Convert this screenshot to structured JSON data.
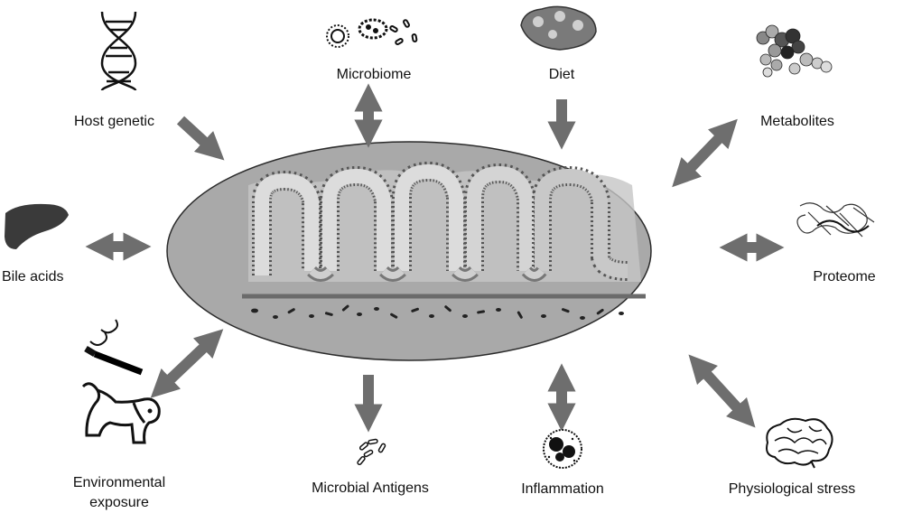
{
  "labels": {
    "host_genetic": "Host genetic",
    "microbiome": "Microbiome",
    "diet": "Diet",
    "metabolites": "Metabolites",
    "bile_acids": "Bile acids",
    "proteome": "Proteome",
    "environmental_line1": "Environmental",
    "environmental_line2": "exposure",
    "microbial_antigens": "Microbial Antigens",
    "inflammation": "Inflammation",
    "physiological_stress": "Physiological stress"
  },
  "colors": {
    "arrow": "#6e6e6e",
    "ellipse_fill": "#a9a9a9",
    "ellipse_stroke": "#2b2b2b",
    "baseline": "#6b6b6b",
    "villus_cell": "#d9d9d9",
    "villus_outline": "#555555"
  },
  "icons": {
    "host_genetic": "dna-helix-icon",
    "microbiome": "microbes-icon",
    "diet": "food-icon",
    "metabolites": "molecule-icon",
    "bile_acids": "liver-icon",
    "proteome": "protein-structure-icon",
    "environmental": "cigarette-dog-icon",
    "microbial_antigens": "bacteria-icon",
    "inflammation": "immune-cell-icon",
    "physiological_stress": "brain-icon"
  }
}
